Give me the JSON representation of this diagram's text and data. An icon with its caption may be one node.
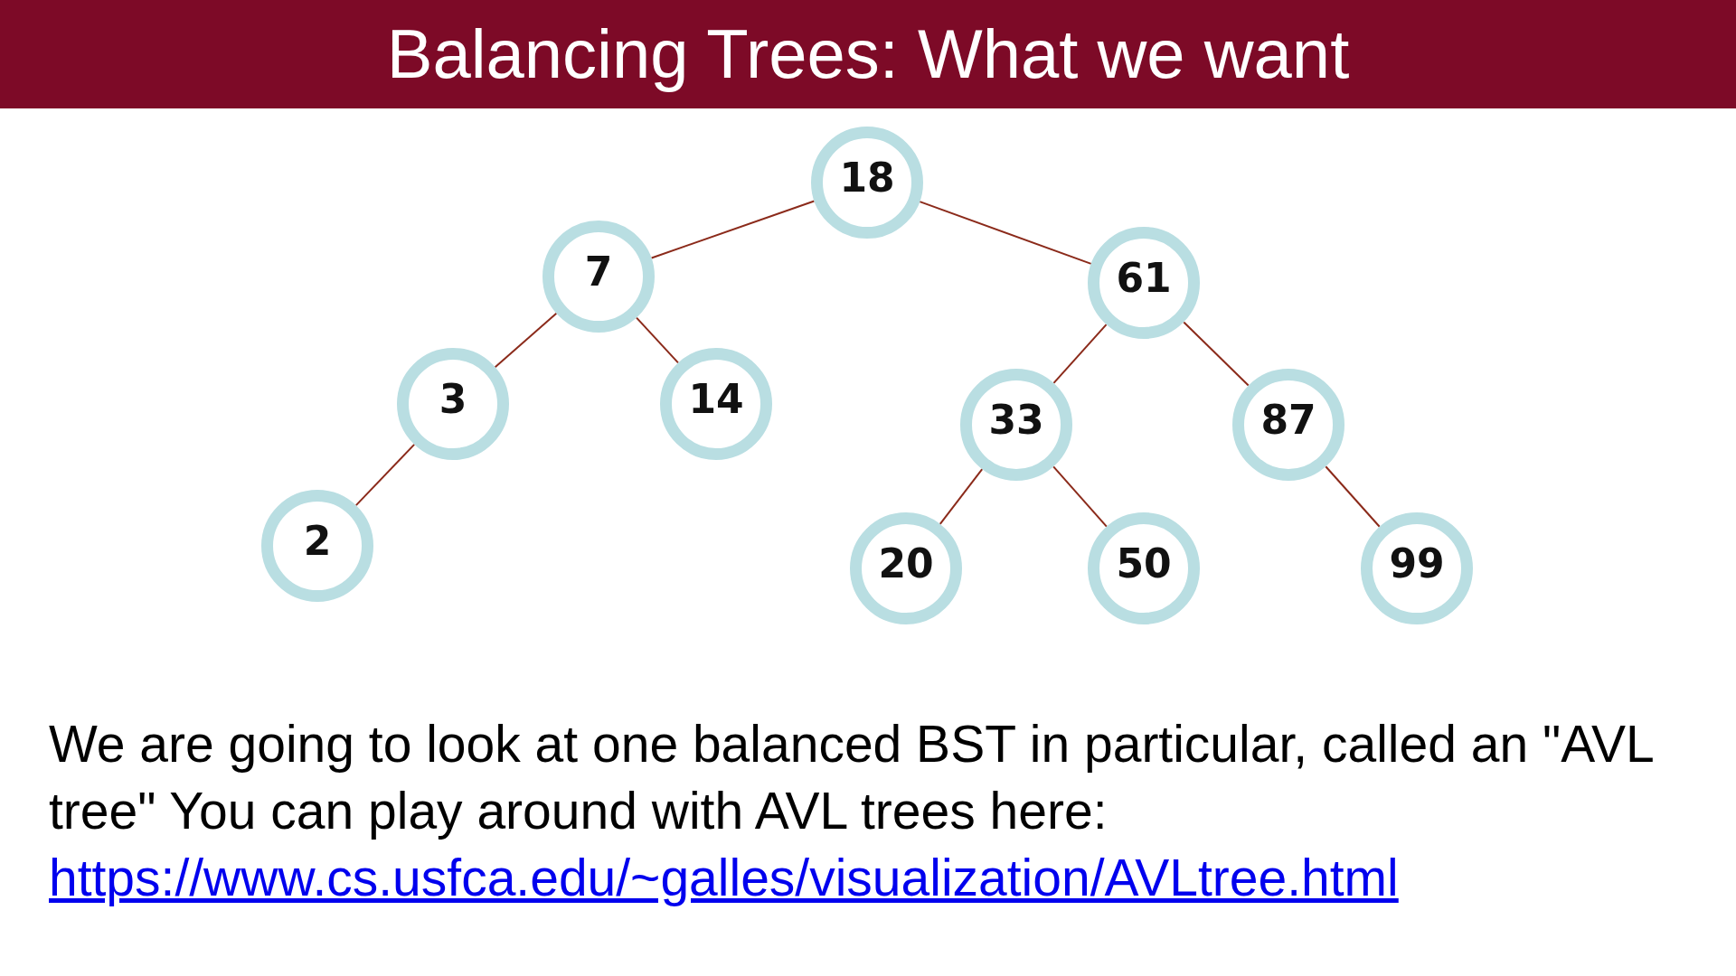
{
  "diagram": {
    "title": "Balancing Trees: What we want",
    "nodes": [
      {
        "text": [
          "18"
        ]
      },
      {
        "text": [
          "7"
        ]
      },
      {
        "text": [
          "61"
        ]
      },
      {
        "text": [
          "3"
        ]
      },
      {
        "text": [
          "14"
        ]
      },
      {
        "text": [
          "33"
        ]
      },
      {
        "text": [
          "87"
        ]
      },
      {
        "text": [
          "2"
        ]
      },
      {
        "text": [
          "20"
        ]
      },
      {
        "text": [
          "50"
        ]
      },
      {
        "text": [
          "99"
        ]
      }
    ],
    "edges": [
      {
        "from": 0,
        "to": 1,
        "arrow": "none"
      },
      {
        "from": 0,
        "to": 2,
        "arrow": "none"
      },
      {
        "from": 1,
        "to": 3,
        "arrow": "none"
      },
      {
        "from": 1,
        "to": 4,
        "arrow": "none"
      },
      {
        "from": 2,
        "to": 5,
        "arrow": "none"
      },
      {
        "from": 2,
        "to": 6,
        "arrow": "none"
      },
      {
        "from": 3,
        "to": 7,
        "arrow": "none"
      },
      {
        "from": 5,
        "to": 8,
        "arrow": "none"
      },
      {
        "from": 5,
        "to": 9,
        "arrow": "none"
      },
      {
        "from": 6,
        "to": 10,
        "arrow": "none"
      }
    ],
    "labels": [
      "We are going to look at one balanced BST in particular, called an \"AVL tree\" You can play around with AVL trees here:",
      "https://www.cs.usfca.edu/~galles/visualization/AVLtree.html"
    ]
  }
}
